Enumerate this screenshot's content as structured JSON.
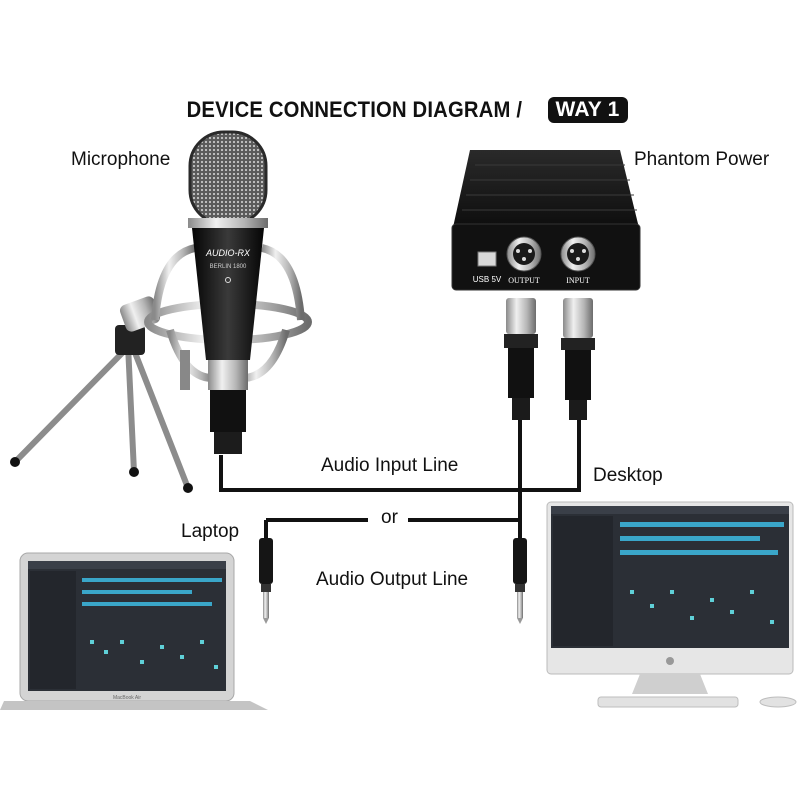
{
  "title": {
    "main": "DEVICE CONNECTION DIAGRAM /",
    "badge": "WAY 1"
  },
  "labels": {
    "microphone": "Microphone",
    "phantom_power": "Phantom Power",
    "audio_input_line": "Audio Input Line",
    "desktop": "Desktop",
    "laptop": "Laptop",
    "or": "or",
    "audio_output_line": "Audio Output Line"
  },
  "devices": {
    "mic_brand": "AUDIO-RX",
    "mic_model": "BERLIN 1800",
    "pp_usb_label": "USB 5V",
    "pp_output_label": "OUTPUT",
    "pp_input_label": "INPUT",
    "laptop_model": "MacBook Air"
  },
  "colors": {
    "line": "#111111",
    "daw_bg": "#2b2f36",
    "daw_accent": "#3aa6c9",
    "metal": "#c9c9c9"
  }
}
